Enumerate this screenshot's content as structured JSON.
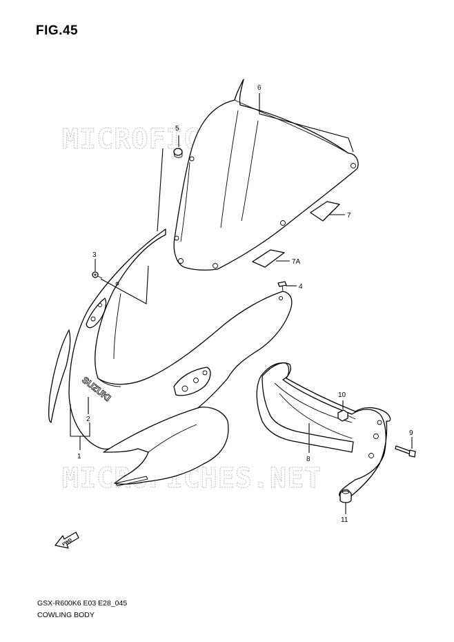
{
  "figure": {
    "title": "FIG.45",
    "model_code": "GSX-R600K6 E03 E28_045",
    "caption": "COWLING BODY"
  },
  "watermarks": [
    "MICROFICHES.NET",
    "MICROFICHES.NET"
  ],
  "brand_lettering": "SUZUKI",
  "fwd_label": "FWD",
  "callouts": [
    {
      "id": "c1",
      "label": "1"
    },
    {
      "id": "c2",
      "label": "2"
    },
    {
      "id": "c3",
      "label": "3"
    },
    {
      "id": "c4",
      "label": "4"
    },
    {
      "id": "c5",
      "label": "5"
    },
    {
      "id": "c6",
      "label": "6"
    },
    {
      "id": "c7",
      "label": "7"
    },
    {
      "id": "c7a",
      "label": "7A"
    },
    {
      "id": "c8",
      "label": "8"
    },
    {
      "id": "c9",
      "label": "9"
    },
    {
      "id": "c10",
      "label": "10"
    },
    {
      "id": "c11",
      "label": "11"
    }
  ]
}
